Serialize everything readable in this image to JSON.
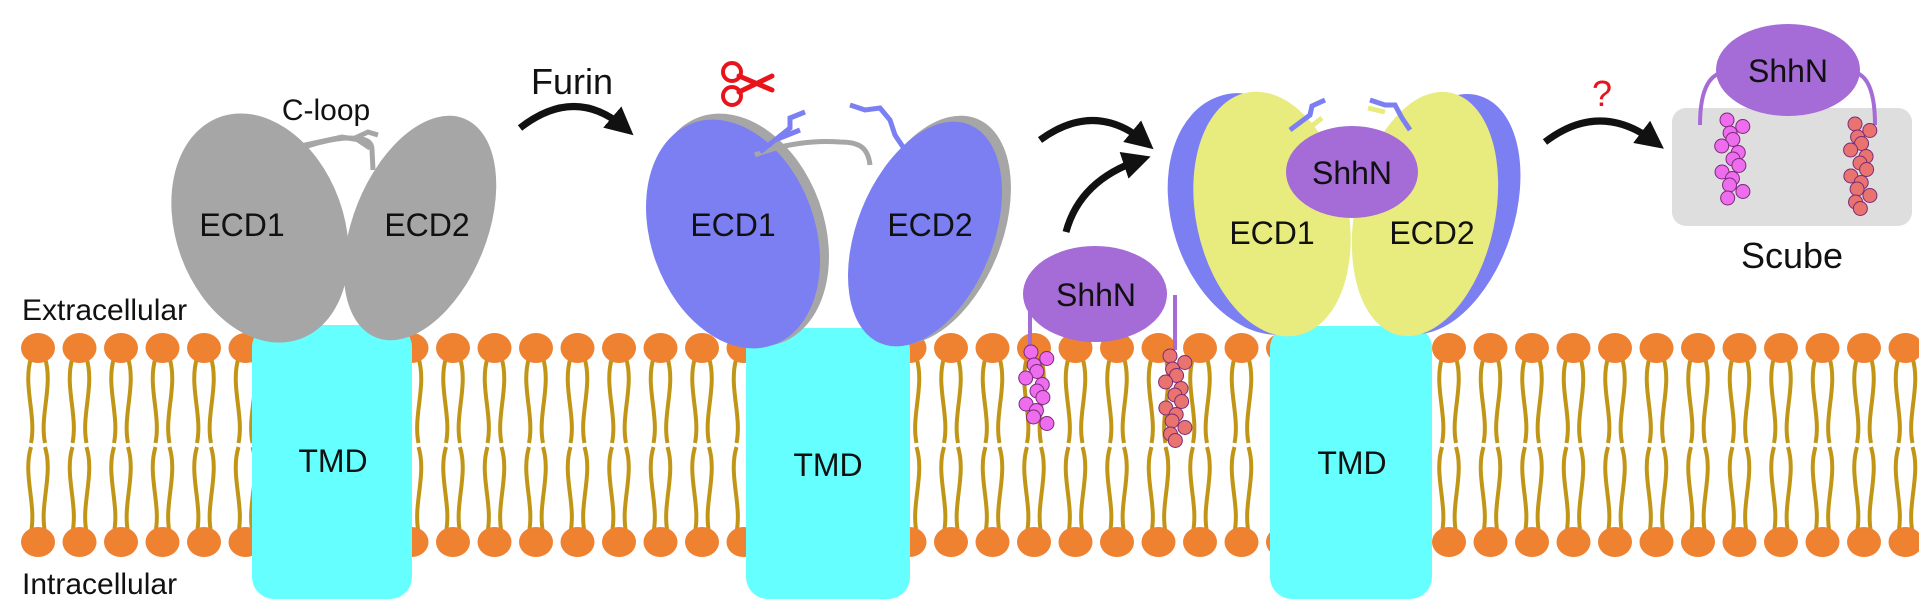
{
  "labels": {
    "extracellular": "Extracellular",
    "intracellular": "Intracellular",
    "c_loop": "C-loop",
    "furin": "Furin",
    "question": "?",
    "scube": "Scube"
  },
  "panel1": {
    "ecd1": "ECD1",
    "ecd2": "ECD2",
    "tmd": "TMD"
  },
  "panel2": {
    "ecd1": "ECD1",
    "ecd2": "ECD2",
    "tmd": "TMD"
  },
  "panel3": {
    "ecd1": "ECD1",
    "ecd2": "ECD2",
    "tmd": "TMD",
    "shhn_bound": "ShhN"
  },
  "free_shhn": {
    "label": "ShhN"
  },
  "scube_shhn": {
    "label": "ShhN"
  },
  "colors": {
    "ecd_inactive": "#a6a6a6",
    "ecd_cleaved": "#7b7ff2",
    "ecd_active": "#e8eb7e",
    "tmd": "#66ffff",
    "shhn": "#a56bd6",
    "lipid_head": "#ee8230",
    "lipid_tail": "#c19516",
    "cholesterol": "#ee6cee",
    "palmitate": "#e9736e",
    "scube_box": "#dedede",
    "scissors": "#e8141c",
    "question": "#e8141c"
  },
  "icons": {
    "scissors": "scissors-icon",
    "arrow": "curved-arrow-icon"
  }
}
